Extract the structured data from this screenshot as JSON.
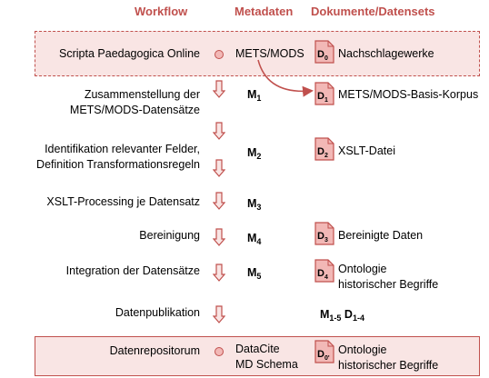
{
  "headers": {
    "workflow": "Workflow",
    "metadata": "Metadaten",
    "documents": "Dokumente/Datensets"
  },
  "rows": [
    {
      "workflow": [
        "Scripta Paedagogica Online"
      ],
      "meta": "METS/MODS",
      "doc_label": "D",
      "doc_sub": "0",
      "doc_text": [
        "Nachschlagewerke"
      ]
    },
    {
      "workflow": [
        "Zusammenstellung der",
        "METS/MODS-Datensätze"
      ],
      "meta": "M",
      "meta_sub": "1",
      "doc_label": "D",
      "doc_sub": "1",
      "doc_text": [
        "METS/MODS-Basis-Korpus"
      ]
    },
    {
      "workflow": [
        "Identifikation relevanter Felder,",
        "Definition Transformationsregeln"
      ],
      "meta": "M",
      "meta_sub": "2",
      "doc_label": "D",
      "doc_sub": "2",
      "doc_text": [
        "XSLT-Datei"
      ]
    },
    {
      "workflow": [
        "XSLT-Processing je Datensatz"
      ],
      "meta": "M",
      "meta_sub": "3"
    },
    {
      "workflow": [
        "Bereinigung"
      ],
      "meta": "M",
      "meta_sub": "4",
      "doc_label": "D",
      "doc_sub": "3",
      "doc_text": [
        "Bereinigte Daten"
      ]
    },
    {
      "workflow": [
        "Integration der Datensätze"
      ],
      "meta": "M",
      "meta_sub": "5",
      "doc_label": "D",
      "doc_sub": "4",
      "doc_text": [
        "Ontologie",
        "historischer Begriffe"
      ]
    },
    {
      "workflow": [
        "Datenpublikation"
      ],
      "meta": "M",
      "meta_sub": "1-5",
      "meta2": "D",
      "meta2_sub": "1-4"
    },
    {
      "workflow": [
        "Datenrepositorum"
      ],
      "meta_lines": [
        "DataCite",
        "MD Schema"
      ],
      "doc_label": "D",
      "doc_sub": "0'",
      "doc_text": [
        "Ontologie",
        "historischer Begriffe"
      ]
    }
  ],
  "colors": {
    "accent": "#c0504d",
    "fill": "#f9e5e4",
    "icon_fill": "#f2b8b6"
  }
}
